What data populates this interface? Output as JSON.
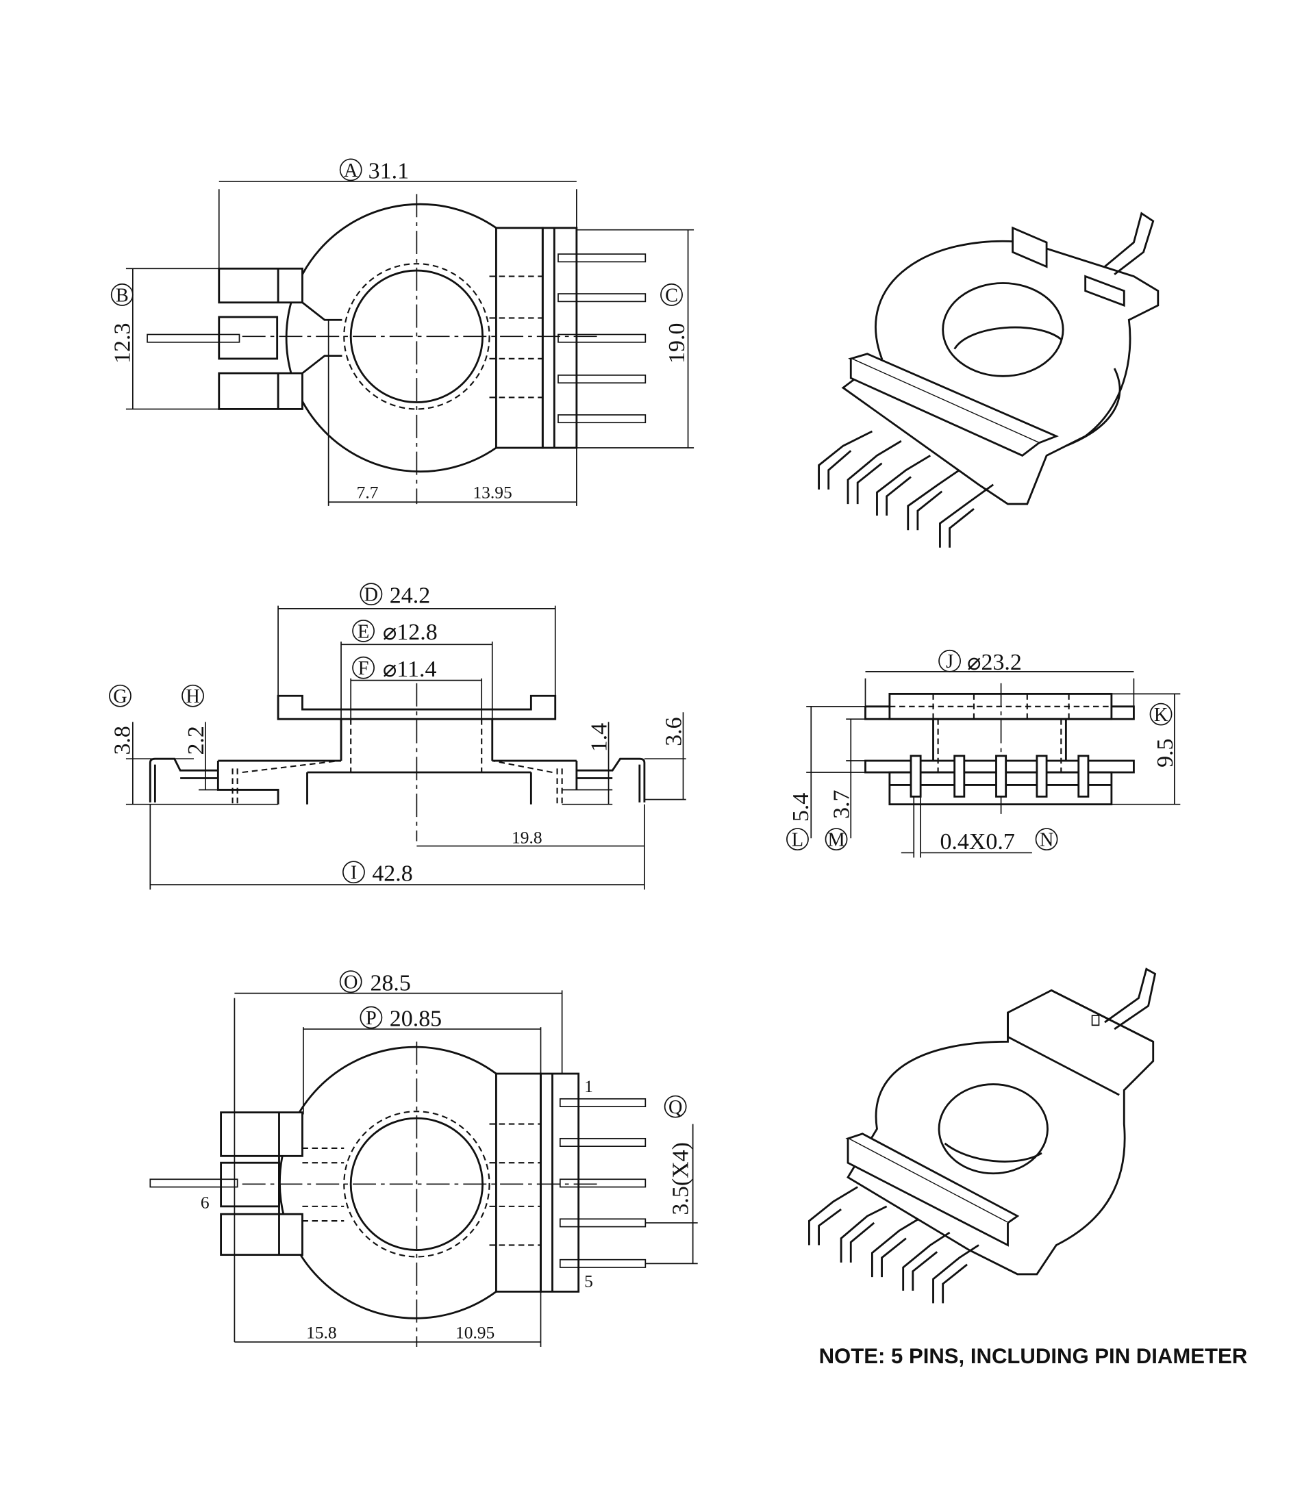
{
  "top_view": {
    "A": {
      "letter": "A",
      "value": "31.1"
    },
    "B": {
      "letter": "B",
      "value": "12.3"
    },
    "C": {
      "letter": "C",
      "value": "19.0"
    },
    "dim_left": "7.7",
    "dim_right": "13.95"
  },
  "side_view": {
    "D": {
      "letter": "D",
      "value": "24.2"
    },
    "E": {
      "letter": "E",
      "value": "⌀12.8"
    },
    "F": {
      "letter": "F",
      "value": "⌀11.4"
    },
    "G": {
      "letter": "G",
      "value": "3.8"
    },
    "H": {
      "letter": "H",
      "value": "2.2"
    },
    "dim_14": "1.4",
    "dim_36": "3.6",
    "dim_198": "19.8",
    "I": {
      "letter": "I",
      "value": "42.8"
    }
  },
  "front_view": {
    "J": {
      "letter": "J",
      "value": "⌀23.2"
    },
    "K": {
      "letter": "K",
      "value": "9.5"
    },
    "L": {
      "letter": "L",
      "value": "5.4"
    },
    "M": {
      "letter": "M",
      "value": "3.7"
    },
    "N": {
      "letter": "N",
      "value": "0.4X0.7"
    }
  },
  "bottom_view": {
    "O": {
      "letter": "O",
      "value": "28.5"
    },
    "P": {
      "letter": "P",
      "value": "20.85"
    },
    "Q": {
      "letter": "Q",
      "value": "3.5(X4)"
    },
    "dim_left": "15.8",
    "dim_right": "10.95",
    "pin_1": "1",
    "pin_5": "5",
    "pin_6": "6"
  },
  "note": "NOTE: 5 PINS, INCLUDING PIN DIAMETER"
}
